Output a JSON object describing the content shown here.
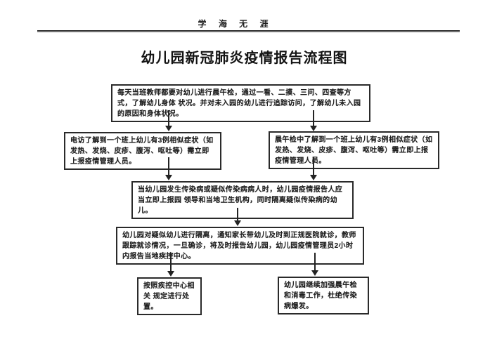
{
  "page": {
    "header_motto": "学 海 无 涯",
    "title": "幼儿园新冠肺炎疫情报告流程图"
  },
  "flowchart": {
    "nodes": [
      {
        "id": "daily-morning-noon-check",
        "text": "每天当班教师都要对幼儿进行晨午检，通过一看、二摸、三问、四查等方式，了解幼儿身体 状况。并对未入园的幼儿进行追踪访问，了解幼儿未入园的原因和身体状况。"
      },
      {
        "id": "phone-visit-three-cases-report",
        "text": "电访了解到一个班上幼儿有3例相似症状（如发热、发烧、皮疹、腹泻、呕吐等）需立即上报疫情管理人员。"
      },
      {
        "id": "morning-check-three-cases-report",
        "text": "晨午检中了解到一个班上幼儿有3例相似症状（如发热、发烧、皮疹、腹泻、呕吐等）需立即上报疫情管理人员。"
      },
      {
        "id": "report-leaders-and-health-authority",
        "text": "当幼儿园发生传染病或疑似传染病病人时，幼儿园疫情报告人应当立即上报园 领导和当地卫生机构，同时隔离疑似传染病的幼儿。"
      },
      {
        "id": "isolate-and-report-cdc",
        "text": "幼儿园对疑似幼儿进行隔离，通知家长带幼儿及时到正规医院就诊，教师跟踪就诊情况，一旦确诊，将及时报告幼儿园，幼儿园疫情管理员2小时内报告当地疾控中心。"
      },
      {
        "id": "handle-per-cdc-rules",
        "text": "按照疾控中心相关 规定进行处置。"
      },
      {
        "id": "strengthen-check-disinfection",
        "text": "幼儿园继续加强晨午检和消毒工作，杜绝传染病爆发。"
      }
    ]
  },
  "icons": {
    "down-arrow": "▼"
  },
  "colors": {
    "ink": "#1d1d1d",
    "box_border": "#2a2a2a",
    "background": "#ffffff"
  }
}
